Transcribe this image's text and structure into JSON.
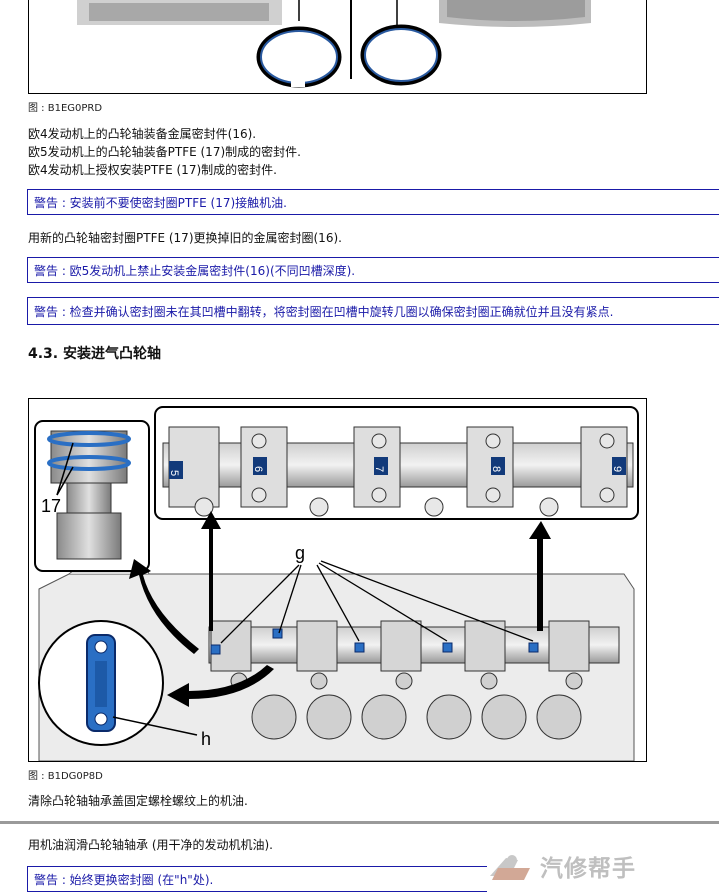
{
  "figure1": {
    "caption": "图 : B1EG0PRD"
  },
  "para1": {
    "line1": "欧4发动机上的凸轮轴装备金属密封件(16).",
    "line2": "欧5发动机上的凸轮轴装备PTFE (17)制成的密封件.",
    "line3": "欧4发动机上授权安装PTFE (17)制成的密封件."
  },
  "warning1": "警告 : 安装前不要使密封圈PTFE (17)接触机油.",
  "para2": "用新的凸轮轴密封圈PTFE (17)更换掉旧的金属密封圈(16).",
  "warning2": "警告 : 欧5发动机上禁止安装金属密封件(16)(不同凹槽深度).",
  "warning3": "警告 : 检查并确认密封圈未在其凹槽中翻转，将密封圈在凹槽中旋转几圈以确保密封圈正确就位并且没有紧点.",
  "section": {
    "title": "4.3. 安装进气凸轮轴"
  },
  "figure2": {
    "caption": "图 : B1DG0P8D",
    "label_17": "17",
    "label_g": "g",
    "label_h": "h",
    "cam_numbers": [
      "5",
      "6",
      "7",
      "8",
      "9"
    ]
  },
  "para3": "清除凸轮轴轴承盖固定螺栓螺纹上的机油.",
  "para4": "用机油润滑凸轮轴轴承 (用干净的发动机机油).",
  "warning4": "警告 : 始终更换密封圈 (在\"h\"处).",
  "watermark": {
    "text": "汽修帮手"
  }
}
